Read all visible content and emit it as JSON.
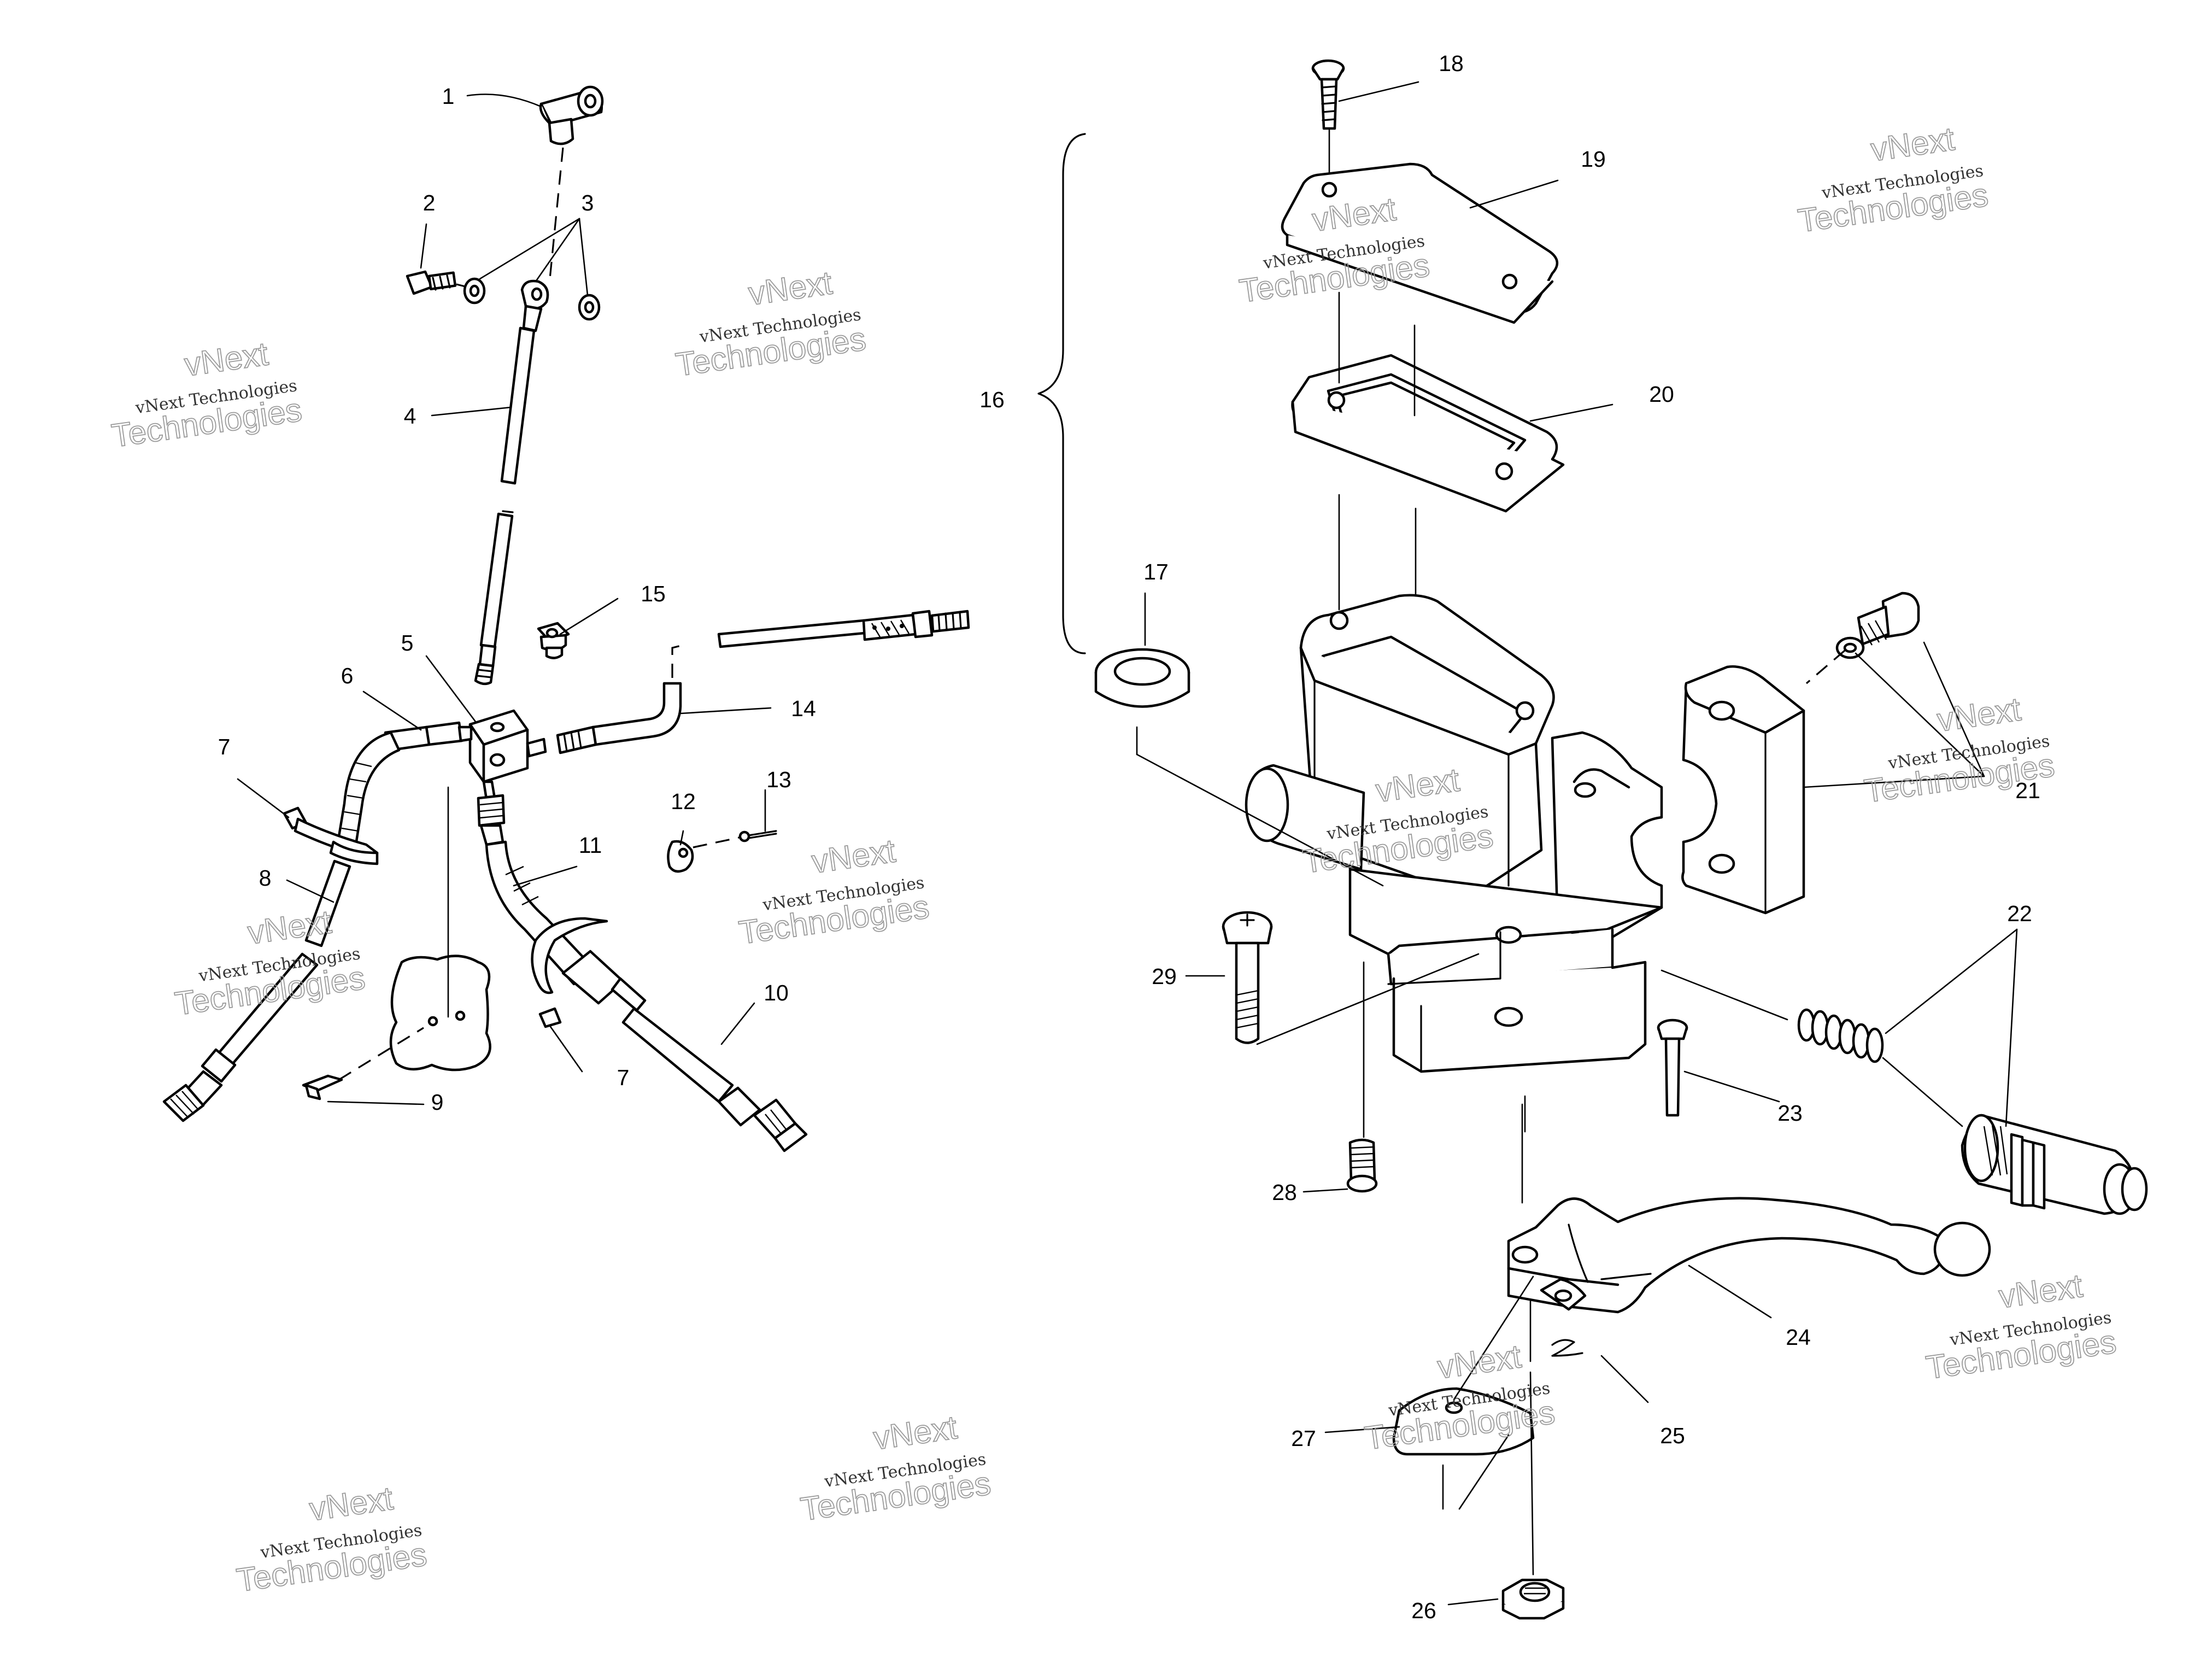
{
  "diagram": {
    "type": "exploded-parts-diagram",
    "callouts": [
      "1",
      "2",
      "3",
      "4",
      "5",
      "6",
      "7",
      "8",
      "9",
      "10",
      "11",
      "12",
      "13",
      "14",
      "15",
      "16",
      "17",
      "18",
      "19",
      "20",
      "21",
      "22",
      "23",
      "24",
      "25",
      "26",
      "27",
      "28",
      "29",
      "7"
    ],
    "watermark": {
      "brand": "vNext",
      "line1": "vNext Technologies",
      "line2": "Technologies"
    },
    "colors": {
      "ink": "#000000",
      "paper": "#ffffff",
      "watermark": "#9a9a9a"
    }
  }
}
